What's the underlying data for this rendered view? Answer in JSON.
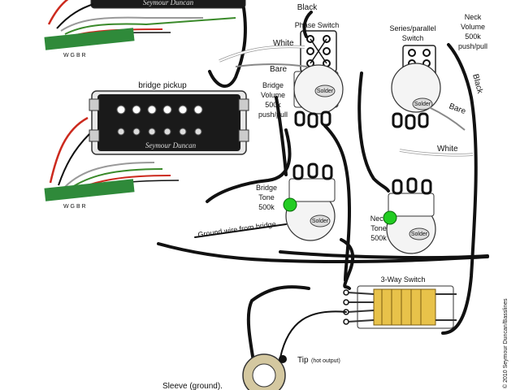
{
  "labels": {
    "black_top": "Black",
    "phase_switch": "Phase Switch",
    "white_left": "White",
    "bare_left": "Bare",
    "bridge_volume_1": "Bridge",
    "bridge_volume_2": "Volume",
    "bridge_volume_3": "500k",
    "bridge_volume_4": "push/pull",
    "bridge_pickup": "bridge pickup",
    "series_parallel_1": "Series/parallel",
    "series_parallel_2": "Switch",
    "neck_volume_1": "Neck",
    "neck_volume_2": "Volume",
    "neck_volume_3": "500k",
    "neck_volume_4": "push/pull",
    "black_right": "Black",
    "bare_right": "Bare",
    "white_right": "White",
    "bridge_tone_1": "Bridge",
    "bridge_tone_2": "Tone",
    "bridge_tone_3": "500k",
    "neck_tone_1": "Neck",
    "neck_tone_2": "Tone",
    "neck_tone_3": "500k",
    "ground_wire": "Ground wire from bridge",
    "three_way_switch": "3-Way Switch",
    "tip": "Tip",
    "tip_note": "(hot output)",
    "sleeve": "Sleeve (ground).",
    "solder": "Solder",
    "copyright": "© 2010 Seymour Duncan/Basslines",
    "brand": "Seymour Duncan",
    "wire_codes": "W G B R"
  },
  "colors": {
    "wire_black": "#111111",
    "wire_red": "#cc2a1e",
    "wire_green": "#3a8a2a",
    "wire_white": "#ffffff",
    "wire_bare": "#9a9a9a",
    "capacitor": "#22cc22",
    "switch_body": "#e8c24a",
    "pickup_body": "#1a1a1a",
    "pcb_green": "#2f8a3a"
  },
  "icons": {
    "pickup": "humbucker-icon",
    "pot": "potentiometer-icon",
    "capacitor": "capacitor-icon",
    "switch": "toggle-switch-icon",
    "jack": "output-jack-icon"
  }
}
